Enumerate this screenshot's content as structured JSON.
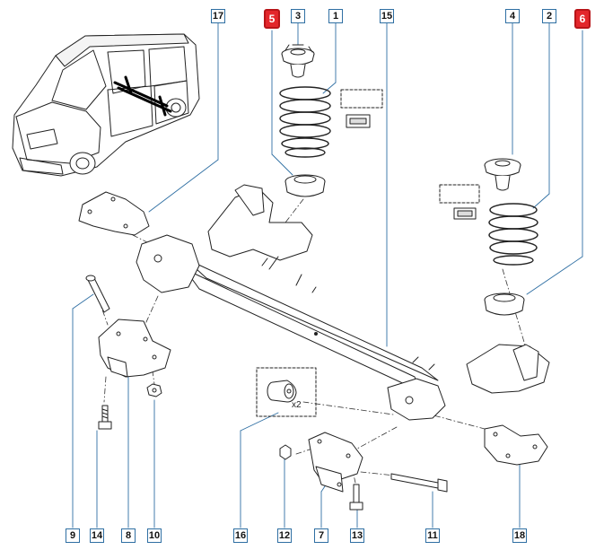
{
  "colors": {
    "leader": "#2f6fa3",
    "highlight": "#e3262b",
    "line": "#222222"
  },
  "callouts": {
    "c17": "17",
    "c5": "5",
    "c3": "3",
    "c1": "1",
    "c15": "15",
    "c4": "4",
    "c2": "2",
    "c6": "6",
    "c9": "9",
    "c14": "14",
    "c8": "8",
    "c10": "10",
    "c16": "16",
    "c12": "12",
    "c7": "7",
    "c13": "13",
    "c11": "11",
    "c18": "18"
  },
  "quantity_label": "x2",
  "highlighted_parts": [
    "5",
    "6"
  ]
}
